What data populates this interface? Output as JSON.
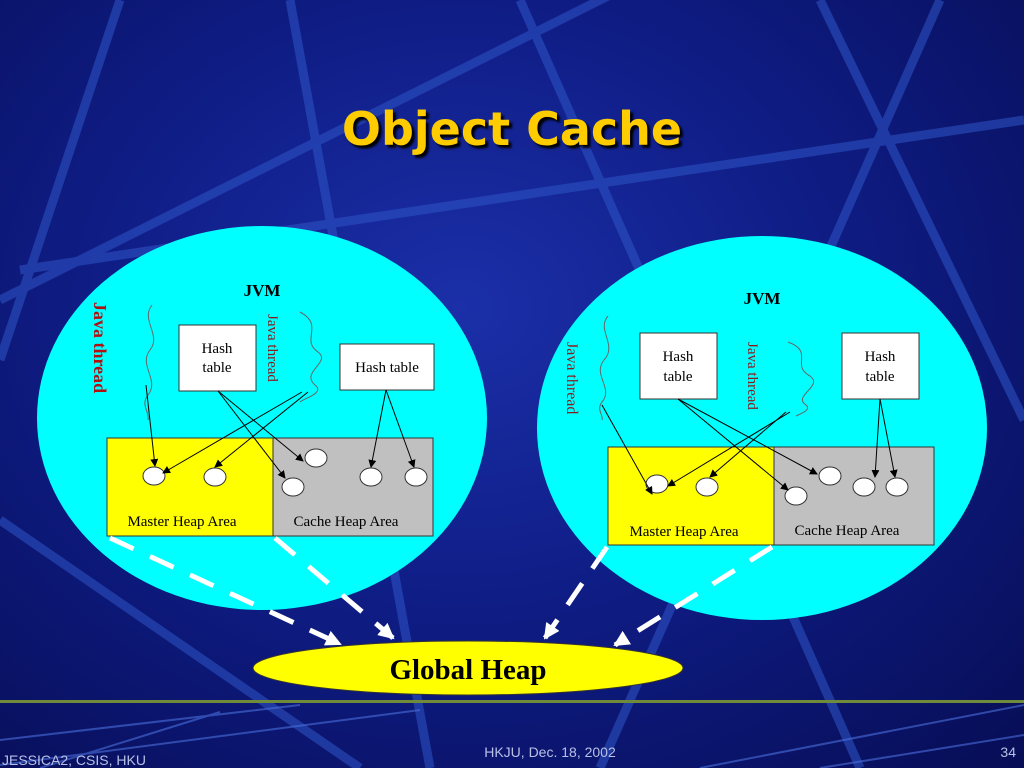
{
  "slide": {
    "title": "Object Cache",
    "footer_left": "JESSICA2, CSIS, HKU",
    "footer_center": "HKJU, Dec. 18, 2002",
    "footer_right": "34"
  },
  "diagram": {
    "left_jvm": {
      "jvm_label": "JVM",
      "thread_outer": "Java thread",
      "thread_inner": "Java thread",
      "hash_table_1": [
        "Hash",
        "table"
      ],
      "hash_table_2": "Hash table",
      "master_area": "Master Heap Area",
      "cache_area": "Cache Heap Area"
    },
    "right_jvm": {
      "jvm_label": "JVM",
      "thread_outer": "Java thread",
      "thread_inner": "Java thread",
      "hash_table_1": [
        "Hash",
        "table"
      ],
      "hash_table_2": [
        "Hash",
        "table"
      ],
      "master_area": "Master Heap Area",
      "cache_area": "Cache Heap Area"
    },
    "global_heap": "Global Heap"
  },
  "colors": {
    "jvm_fill": "#00ffff",
    "master_fill": "#ffff00",
    "cache_fill": "#c0c0c0",
    "title": "#ffcc00",
    "thread_label": "#8b1a1a"
  }
}
